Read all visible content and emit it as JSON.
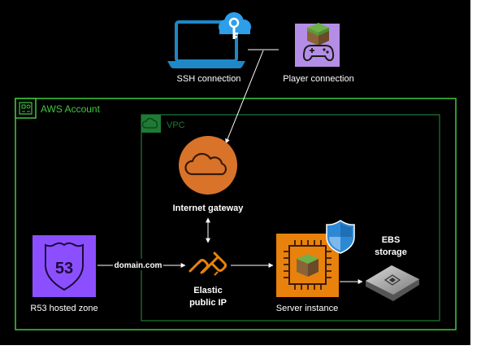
{
  "colors": {
    "background": "#000000",
    "aws_account_green": "#3fc73f",
    "vpc_green": "#1f7a34",
    "gateway_orange": "#d9732a",
    "route53_purple": "#8c4fff",
    "ec2_orange": "#e8820c",
    "shield_blue": "#2d89d6",
    "laptop_blue": "#1e88c8"
  },
  "nodes": {
    "ssh": {
      "label": "SSH connection",
      "icon": "laptop-key-icon"
    },
    "player": {
      "label": "Player connection",
      "icon": "minecraft-gamepad-icon"
    },
    "aws_account": {
      "label": "AWS Account",
      "icon": "aws-account-icon"
    },
    "vpc": {
      "label": "VPC",
      "icon": "vpc-cloud-icon"
    },
    "gateway": {
      "label": "Internet gateway",
      "icon": "internet-gateway-icon"
    },
    "r53": {
      "label": "R53 hosted zone",
      "badge": "53",
      "icon": "route53-shield-icon"
    },
    "eip": {
      "label_line1": "Elastic",
      "label_line2": "public IP",
      "icon": "elastic-ip-link-icon"
    },
    "server": {
      "label": "Server instance",
      "icon": "ec2-chip-icon"
    },
    "ebs": {
      "label_line1": "EBS",
      "label_line2": "storage",
      "icon": "ebs-volume-icon"
    }
  },
  "edges": {
    "domain_label": "domain.com"
  }
}
